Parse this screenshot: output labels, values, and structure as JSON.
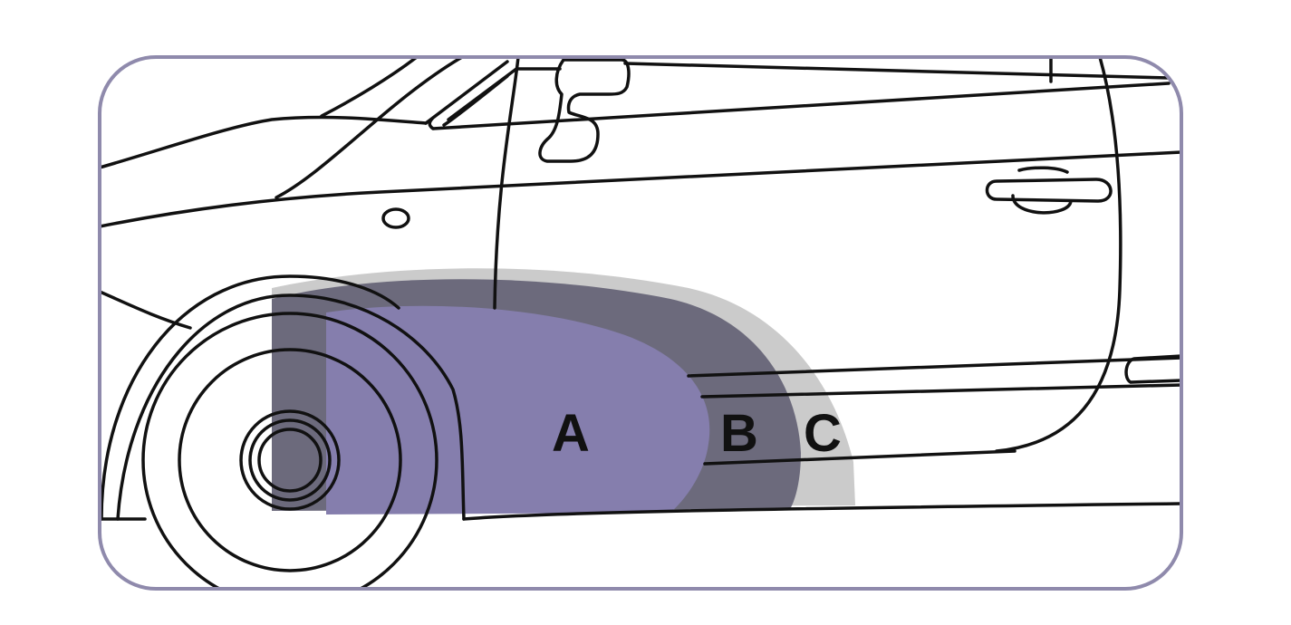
{
  "zones": [
    {
      "id": "A",
      "label": "A",
      "color": "#857ead"
    },
    {
      "id": "B",
      "label": "B",
      "color": "#6c6a7c"
    },
    {
      "id": "C",
      "label": "C",
      "color": "#cbcbcb"
    }
  ],
  "colors": {
    "frame_border": "#8f8aac",
    "outline": "#111111",
    "background": "#ffffff"
  }
}
